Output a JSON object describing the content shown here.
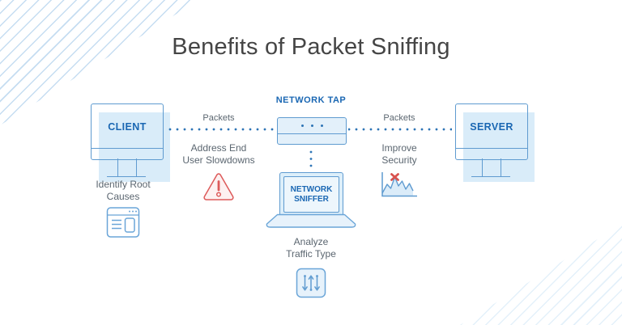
{
  "title": "Benefits of Packet Sniffing",
  "nodes": {
    "client": {
      "label": "CLIENT"
    },
    "server": {
      "label": "SERVER"
    },
    "tap": {
      "label": "NETWORK TAP"
    },
    "sniffer": {
      "label": "NETWORK SNIFFER"
    }
  },
  "flows": {
    "client_to_tap": {
      "label": "Packets"
    },
    "tap_to_server": {
      "label": "Packets"
    }
  },
  "benefits": {
    "identify": {
      "line1": "Identify Root",
      "line2": "Causes",
      "icon": "browser-window-icon"
    },
    "address": {
      "line1": "Address End",
      "line2": "User Slowdowns",
      "icon": "warning-triangle-icon"
    },
    "improve": {
      "line1": "Improve",
      "line2": "Security",
      "icon": "anomaly-chart-icon"
    },
    "analyze": {
      "line1": "Analyze",
      "line2": "Traffic Type",
      "icon": "traffic-arrows-icon"
    }
  },
  "colors": {
    "accent_blue": "#2e75b6",
    "label_blue": "#1a67b3",
    "stroke_blue": "#5f9bd0",
    "fill_light_blue": "#e3f0fa",
    "shadow_blue": "#d9ecf9",
    "text_gray": "#5b6670",
    "title_gray": "#454545",
    "alert_red": "#dd5a5a"
  }
}
